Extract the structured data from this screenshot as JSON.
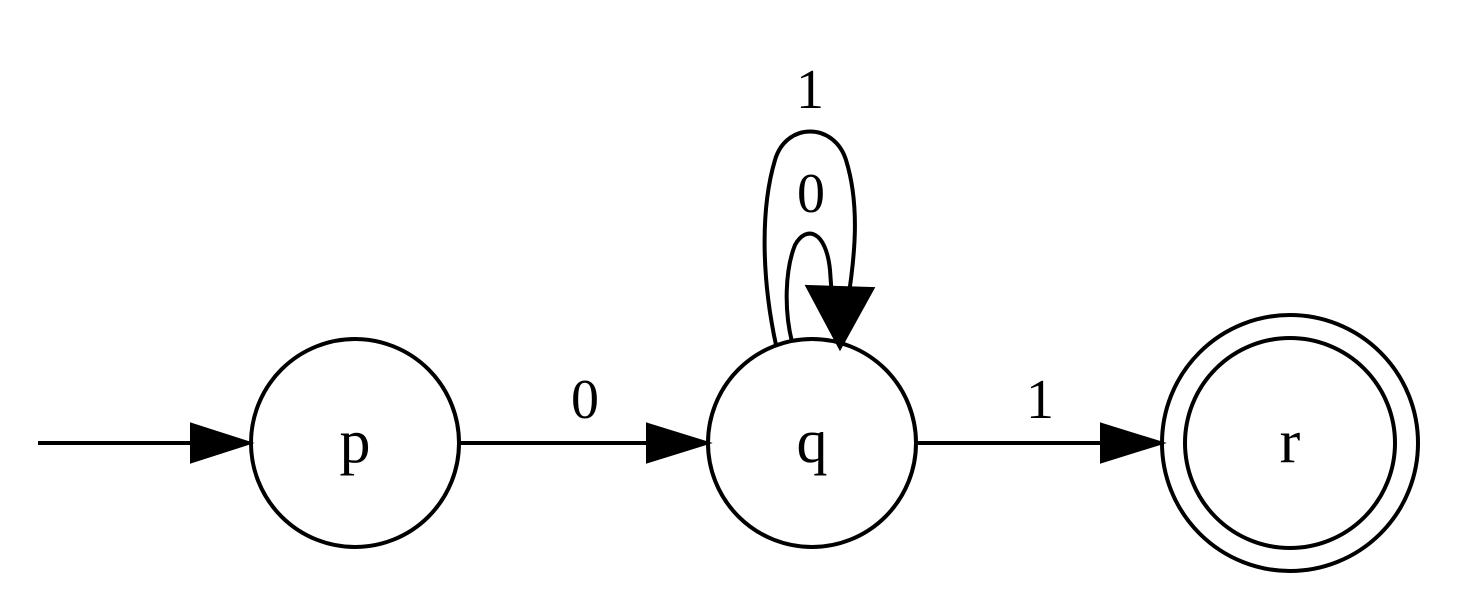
{
  "automaton": {
    "states": {
      "p": {
        "label": "p",
        "initial": true,
        "accepting": false
      },
      "q": {
        "label": "q",
        "initial": false,
        "accepting": false
      },
      "r": {
        "label": "r",
        "initial": false,
        "accepting": true
      }
    },
    "transitions": {
      "p_to_q": {
        "from": "p",
        "to": "q",
        "symbol": "0"
      },
      "q_self_0": {
        "from": "q",
        "to": "q",
        "symbol": "0"
      },
      "q_self_1": {
        "from": "q",
        "to": "q",
        "symbol": "1"
      },
      "q_to_r": {
        "from": "q",
        "to": "r",
        "symbol": "1"
      }
    }
  },
  "colors": {
    "stroke": "#000000",
    "background": "#ffffff"
  }
}
